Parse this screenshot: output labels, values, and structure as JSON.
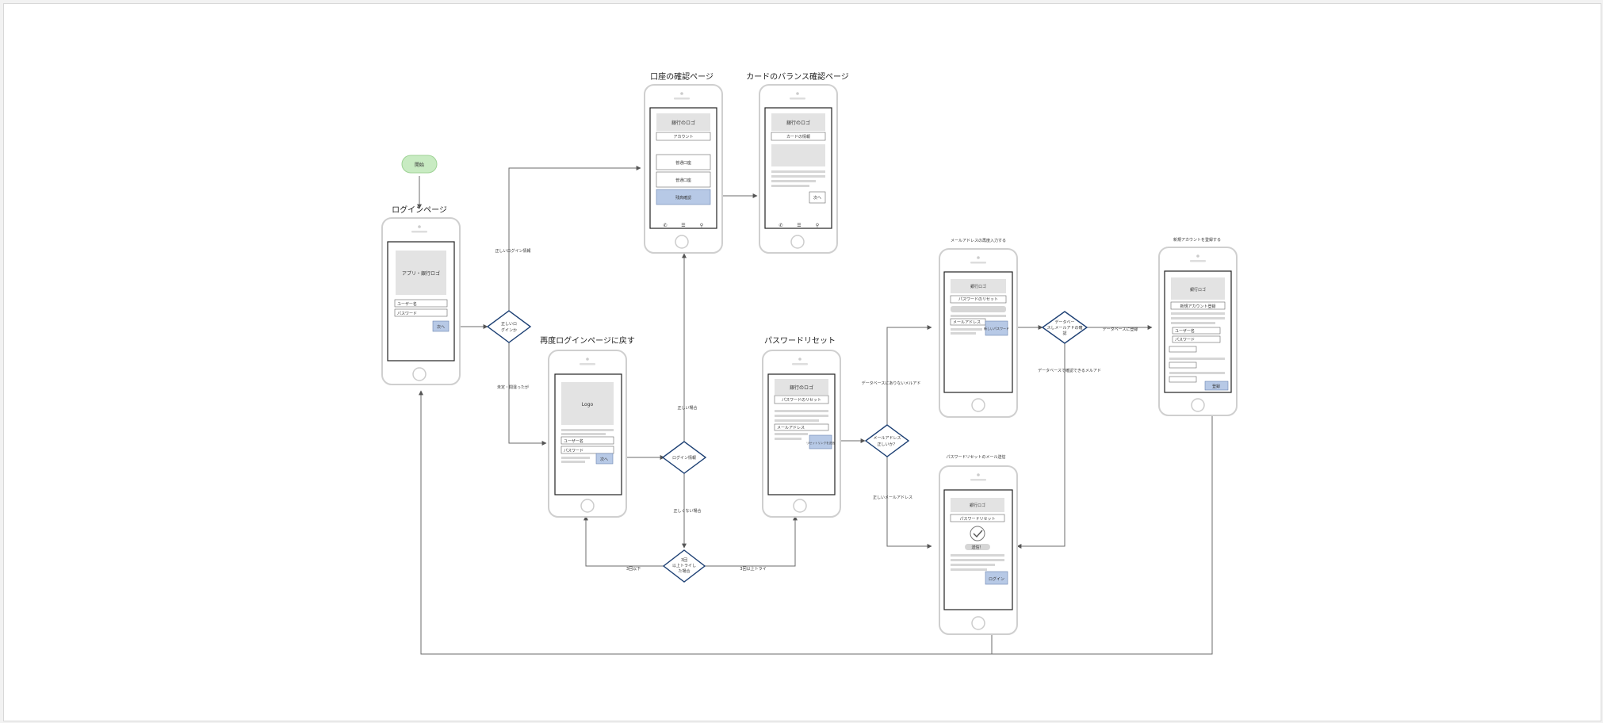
{
  "flow": {
    "start": "開始",
    "screens": {
      "login": {
        "title": "ログインページ",
        "logo": "アプリ・銀行ロゴ",
        "user": "ユーザー名",
        "pass": "パスワード",
        "button": "次へ"
      },
      "account": {
        "title": "口座の確認ページ",
        "logo": "銀行のロゴ",
        "sub": "アカウント",
        "item1": "普通口座",
        "item2": "普通口座",
        "button": "残高確認"
      },
      "card": {
        "title": "カードのバランス確認ページ",
        "logo": "銀行のロゴ",
        "sub": "カードの情報",
        "button": "次へ"
      },
      "relogin": {
        "title": "再度ログインページに戻す",
        "logo": "Logo",
        "user": "ユーザー名",
        "pass": "パスワード",
        "button": "次へ"
      },
      "reset": {
        "title": "パスワードリセット",
        "logo": "銀行のロゴ",
        "sub": "パスワードのリセット",
        "field": "メールアドレス",
        "button": "リセットリンクを送信"
      },
      "email_entry": {
        "title": "メールアドレスの再度入力する",
        "logo": "銀行ロゴ",
        "sub": "パスワードのリセット",
        "field": "メールアドレス",
        "button": "新しいパスワード"
      },
      "new_account": {
        "title": "新規アカウントを登録する",
        "logo": "銀行ロゴ",
        "sub": "新規アカウント登録",
        "user": "ユーザー名",
        "pass": "パスワード",
        "button": "登録"
      },
      "reset_sent": {
        "title": "パスワードリセットのメール送信",
        "logo": "銀行ロゴ",
        "sub": "パスワードリセット",
        "badge": "送信！",
        "button": "ログイン"
      }
    },
    "decisions": {
      "d1": [
        "正しいロ",
        "グインか"
      ],
      "d2": [
        "ログイン情報"
      ],
      "d3": [
        "3回",
        "以上トライし",
        "た場合"
      ],
      "d4": [
        "メールアドレス",
        "正しいか？"
      ],
      "d5": [
        "データベー",
        "スしメールアドの確",
        "認"
      ]
    },
    "edges": {
      "correct_login": "正しいログイン情報",
      "wrong": "未定・間違ったが",
      "correct_case": "正しい場合",
      "incorrect_case": "正しくない場合",
      "under3": "3回以下",
      "over3": "3回以上トライ",
      "not_in_db": "データベースにありないメルアド",
      "correct_email": "正しいメールアドレス",
      "not_registered": "データベースに登録",
      "db_confirm": "データベースで確認できるメルアド"
    }
  }
}
